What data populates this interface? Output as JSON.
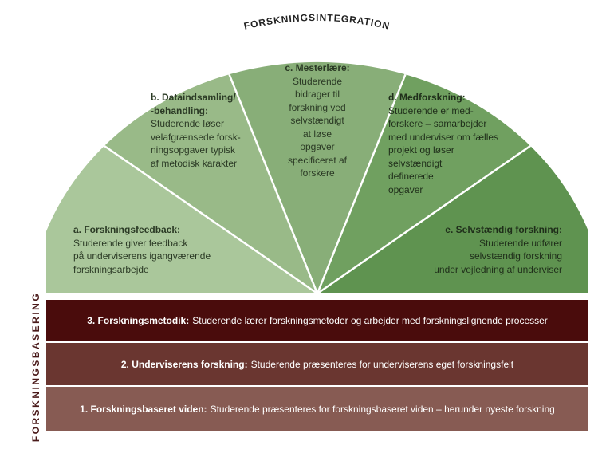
{
  "title": "FORSKNINGSINTEGRATION",
  "side_label": "FORSKNINGSBASERING",
  "colors": {
    "a": "#aac79b",
    "b": "#99ba88",
    "c": "#88ae78",
    "d": "#70a060",
    "e": "#5f9350",
    "band3": "#4a0c0c",
    "band2": "#6a3630",
    "band1": "#875b53"
  },
  "sectors": [
    {
      "title": "a. Forskningsfeedback:",
      "lines": [
        "Studerende giver feedback",
        "på underviserens igangværende",
        "forskningsarbejde"
      ]
    },
    {
      "title": "b. Dataindsamling/",
      "title2": "-behandling:",
      "lines": [
        "Studerende løser",
        "velafgrænsede forsk-",
        "ningsopgaver typisk",
        "af metodisk karakter"
      ]
    },
    {
      "title": "c. Mesterlære:",
      "lines": [
        "Studerende",
        "bidrager til",
        "forskning ved",
        "selvstændigt",
        "at løse",
        "opgaver",
        "specificeret af",
        "forskere"
      ]
    },
    {
      "title": "d. Medforskning:",
      "lines": [
        "Studerende er med-",
        "forskere – samarbejder",
        "med underviser om fælles",
        "projekt og løser",
        "selvstændigt",
        "definerede",
        "opgaver"
      ]
    },
    {
      "title": "e. Selvstændig forskning:",
      "lines": [
        "Studerende udfører",
        "selvstændig forskning",
        "under vejledning af underviser"
      ]
    }
  ],
  "bands": [
    {
      "title": "3. Forskningsmetodik:",
      "text": "Studerende lærer forskningsmetoder og arbejder med forskningslignende processer"
    },
    {
      "title": "2. Underviserens forskning:",
      "text": "Studerende præsenteres for underviserens eget forskningsfelt"
    },
    {
      "title": "1. Forskningsbaseret viden:",
      "text": "Studerende præsenteres for forskningsbaseret viden – herunder nyeste forskning"
    }
  ]
}
